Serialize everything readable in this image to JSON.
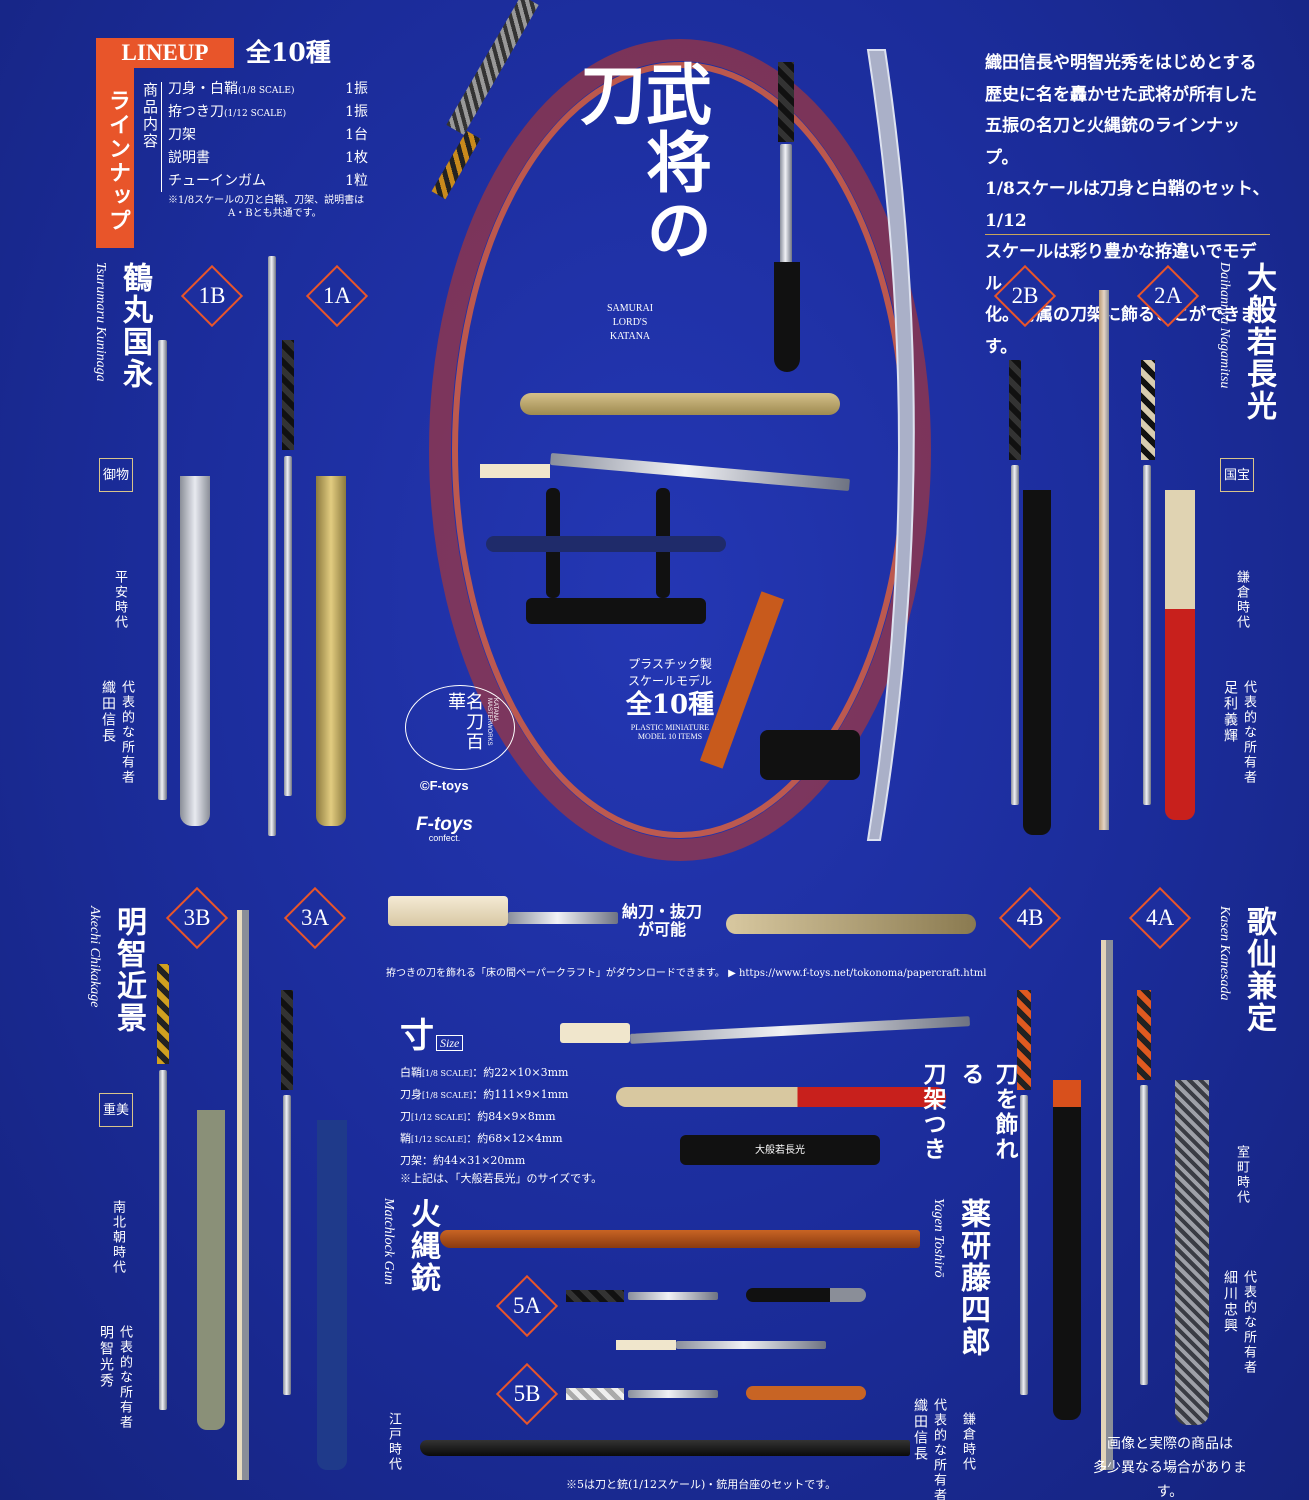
{
  "lineup": {
    "tag": "LINEUP",
    "count": "全10種",
    "vertical_kana": "ラインナップ",
    "contents_label": "商品内容",
    "items": [
      {
        "name": "刀身・白鞘",
        "note": "(1/8 SCALE)",
        "qty": "1振"
      },
      {
        "name": "拵つき刀",
        "note": "(1/12 SCALE)",
        "qty": "1振"
      },
      {
        "name": "刀架",
        "note": "",
        "qty": "1台"
      },
      {
        "name": "説明書",
        "note": "",
        "qty": "1枚"
      },
      {
        "name": "チューインガム",
        "note": "",
        "qty": "1粒"
      }
    ],
    "footnote_1": "※1/8スケールの刀と白鞘、刀架、説明書は",
    "footnote_2": "A・Bとも共通です。"
  },
  "title": {
    "main": "武将の刀",
    "en_1": "SAMURAI",
    "en_2": "LORD'S",
    "en_3": "KATANA"
  },
  "intro": {
    "lines": [
      "織田信長や明智光秀をはじめとする",
      "歴史に名を轟かせた武将が所有した",
      "五振の名刀と火縄銃のラインナップ。",
      "1/8スケールは刀身と白鞘のセット、1/12",
      "スケールは彩り豊かな拵違いでモデル",
      "化。付属の刀架に飾ることができます。"
    ]
  },
  "center": {
    "model_1": "プラスチック製",
    "model_2": "スケールモデル",
    "count": "全10種",
    "en_1": "PLASTIC MINIATURE",
    "en_2": "MODEL 10 ITEMS",
    "brand_jp": "名刀百華",
    "brand_en": "KATANA MASTERWORKS",
    "copyright": "©F-toys",
    "logo_main": "F-toys",
    "logo_sub": "confect."
  },
  "swords": [
    {
      "id": "1",
      "name": "鶴丸国永",
      "romaji": "Tsurumaru Kuninaga",
      "seal": "御物",
      "era": "平安時代",
      "owner_label": "代表的な所有者",
      "owner": "織田信長",
      "badge_a": "1A",
      "badge_b": "1B"
    },
    {
      "id": "2",
      "name": "大般若長光",
      "romaji": "Daihannya Nagamitsu",
      "seal": "国宝",
      "era": "鎌倉時代",
      "owner_label": "代表的な所有者",
      "owner": "足利義輝",
      "badge_a": "2A",
      "badge_b": "2B"
    },
    {
      "id": "3",
      "name": "明智近景",
      "romaji": "Akechi Chikakage",
      "seal": "重美",
      "era": "南北朝時代",
      "owner_label": "代表的な所有者",
      "owner": "明智光秀",
      "badge_a": "3A",
      "badge_b": "3B"
    },
    {
      "id": "4",
      "name": "歌仙兼定",
      "romaji": "Kasen Kanesada",
      "seal": "",
      "era": "室町時代",
      "owner_label": "代表的な所有者",
      "owner": "細川忠興",
      "badge_a": "4A",
      "badge_b": "4B"
    }
  ],
  "yagen": {
    "name": "薬研藤四郎",
    "romaji": "Yagen Toshirō",
    "era": "鎌倉時代",
    "owner_label": "代表的な所有者",
    "owner": "織田信長"
  },
  "gun": {
    "name": "火縄銃",
    "romaji": "Matchlock Gun",
    "era": "江戸時代",
    "badge_a": "5A",
    "badge_b": "5B",
    "note": "※5は刀と銃(1/12スケール)・銃用台座のセットです。"
  },
  "feature": {
    "sheath": "納刀・抜刀が可能",
    "papercraft": "拵つきの刀を飾れる「床の間ペーパークラフト」がダウンロードできます。 ▶ https://www.f-toys.net/tokonoma/papercraft.html",
    "stand_1": "刀を飾れる",
    "stand_2": "刀架つき"
  },
  "size": {
    "title": "寸",
    "title_en": "Size",
    "rows": [
      {
        "label": "白鞘",
        "scale": "[1/8 SCALE]",
        "value": "約22×10×3mm"
      },
      {
        "label": "刀身",
        "scale": "[1/8 SCALE]",
        "value": "約111×9×1mm"
      },
      {
        "label": "刀",
        "scale": "[1/12 SCALE]",
        "value": "約84×9×8mm"
      },
      {
        "label": "鞘",
        "scale": "[1/12 SCALE]",
        "value": "約68×12×4mm"
      },
      {
        "label": "刀架",
        "scale": "",
        "value": "約44×31×20mm"
      }
    ],
    "note": "※上記は、「大般若長光」のサイズです。",
    "stand_label": "大般若長光"
  },
  "disclaimer_1": "画像と実際の商品は",
  "disclaimer_2": "多少異なる場合があります。",
  "colors": {
    "background": "#1b2c9a",
    "accent_orange": "#e8552a",
    "gold": "#c9a55a"
  }
}
